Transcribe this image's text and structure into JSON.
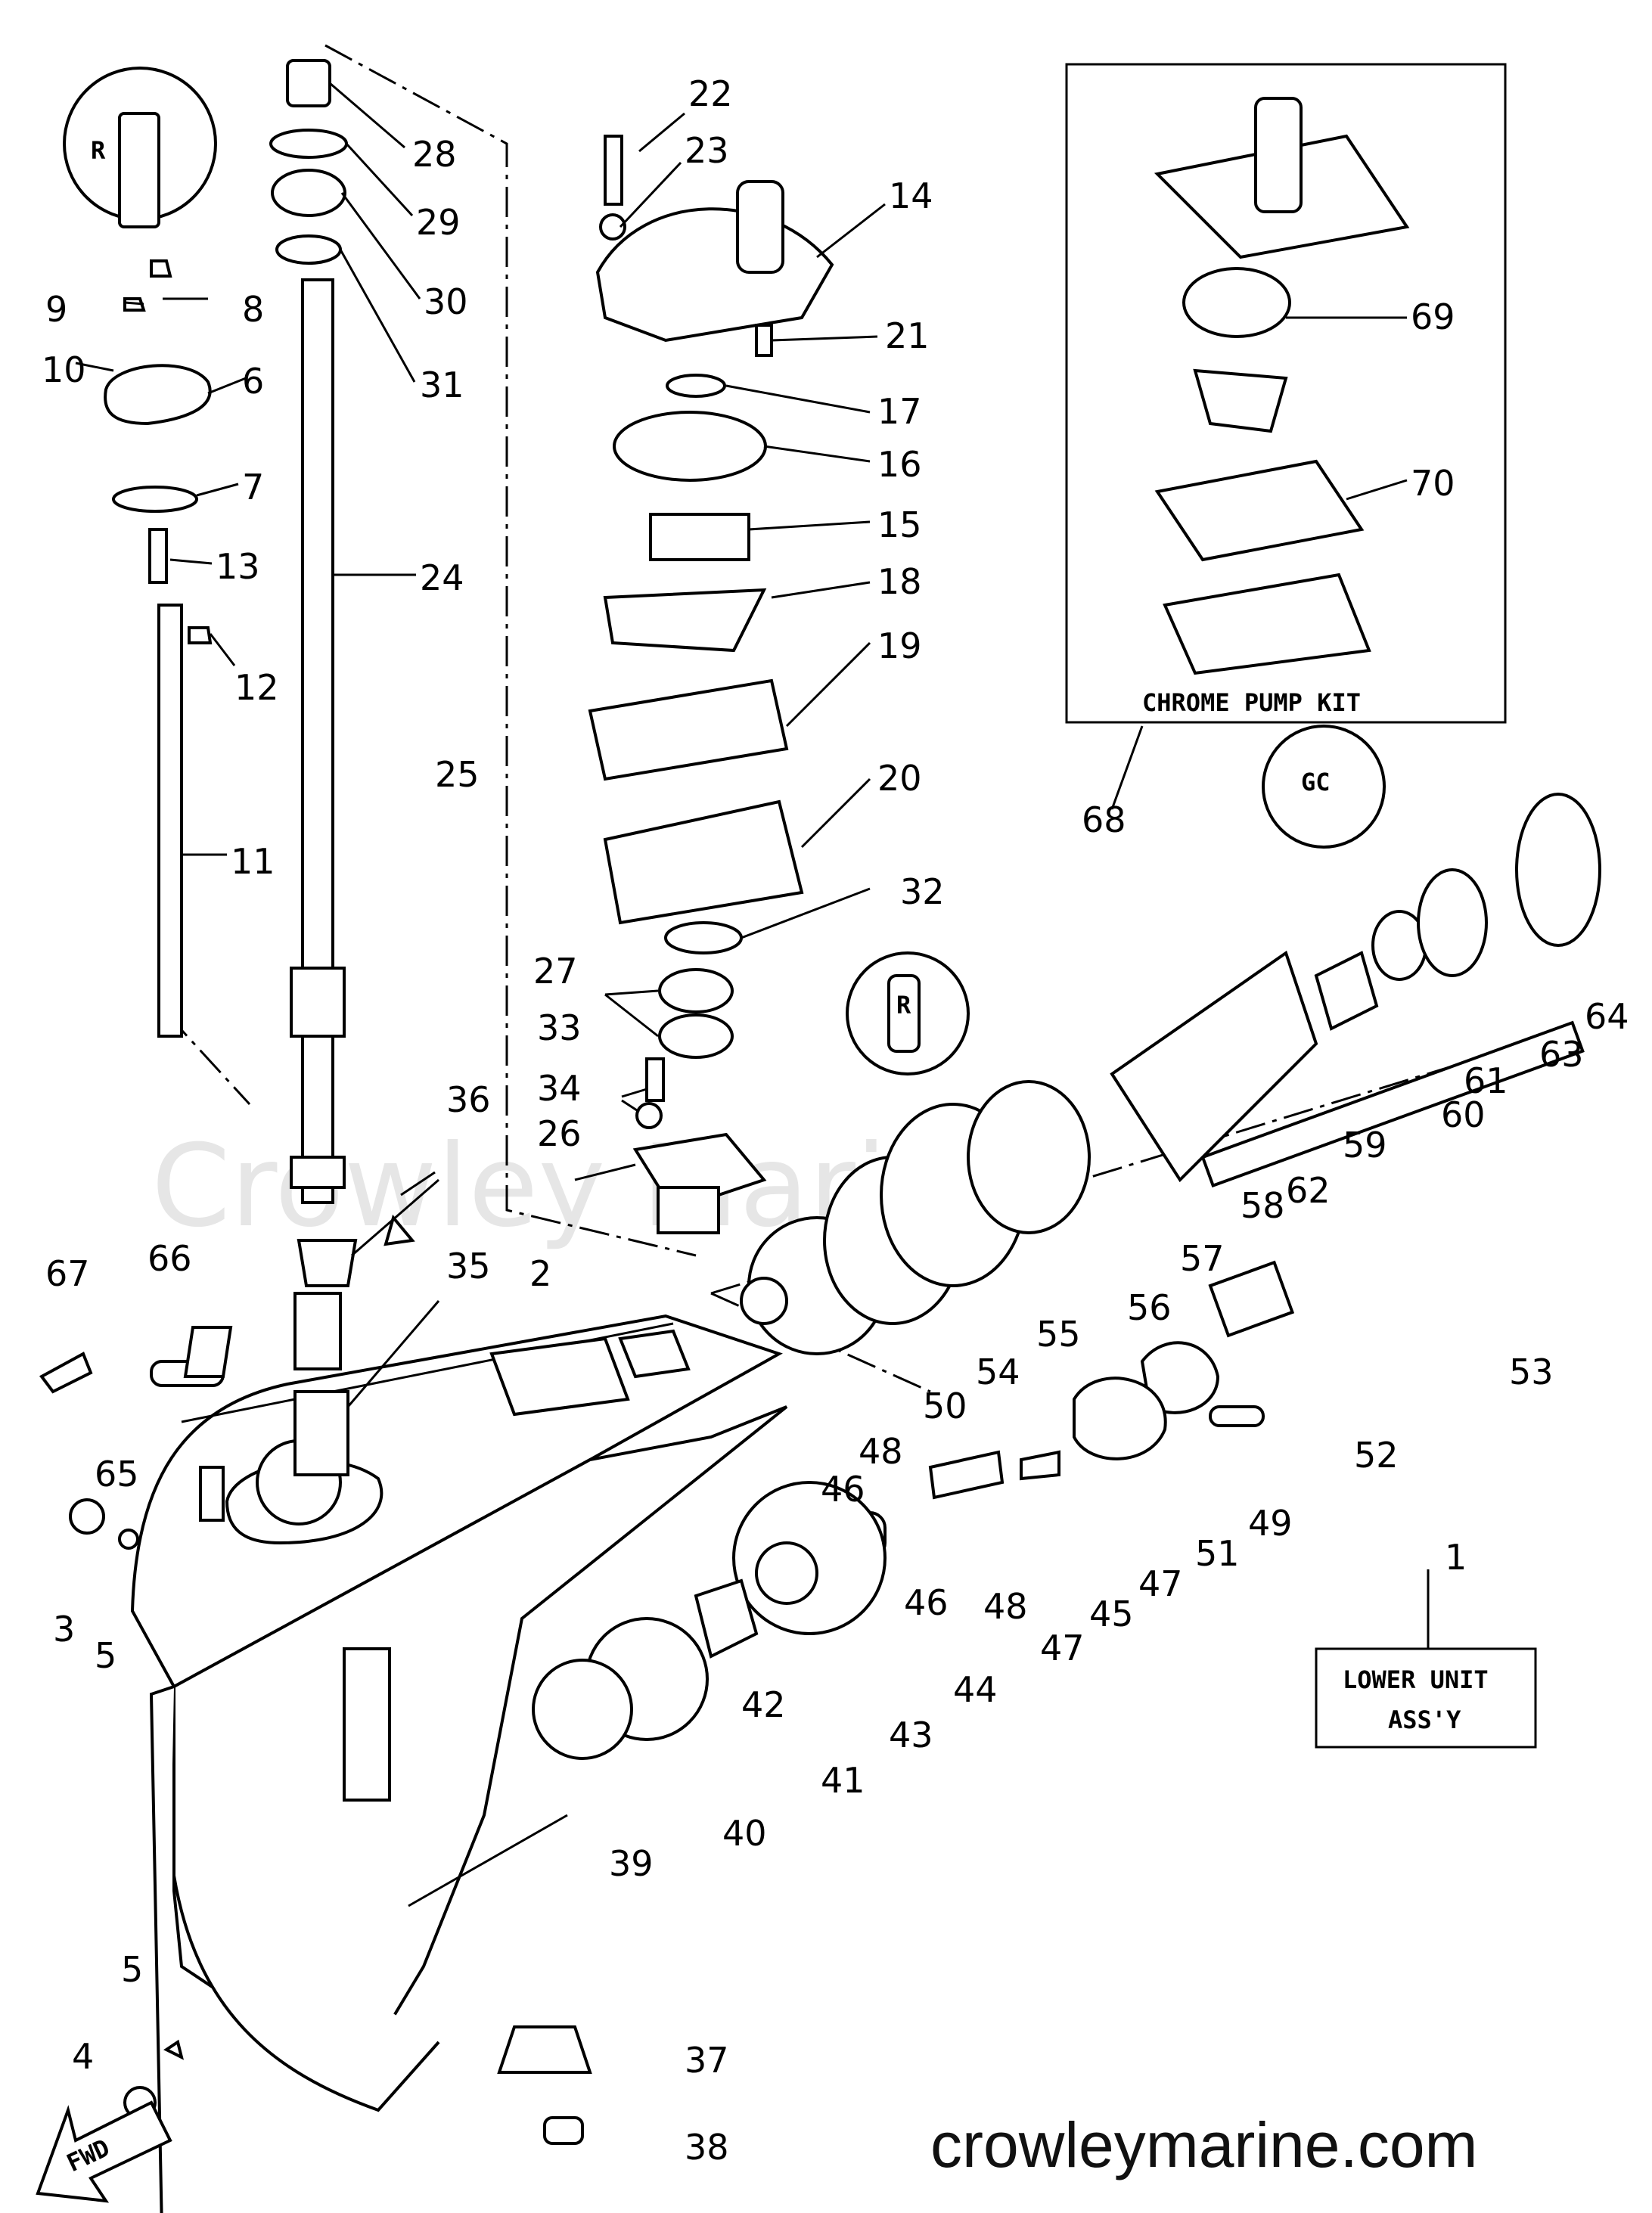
{
  "watermark": "Crowley Marine",
  "site_label": "crowleymarine.com",
  "fwd_label": "FWD",
  "kit_box": {
    "label": "CHROME PUMP KIT",
    "callout": "68"
  },
  "assembly_box": {
    "line1": "LOWER UNIT",
    "line2": "ASS'Y",
    "callout": "1"
  },
  "callouts": {
    "c2": "2",
    "c3": "3",
    "c4": "4",
    "c5a": "5",
    "c5b": "5",
    "c6": "6",
    "c7": "7",
    "c8": "8",
    "c9": "9",
    "c10": "10",
    "c11": "11",
    "c12": "12",
    "c13": "13",
    "c14": "14",
    "c15": "15",
    "c16": "16",
    "c17": "17",
    "c18": "18",
    "c19": "19",
    "c20": "20",
    "c21": "21",
    "c22": "22",
    "c23": "23",
    "c24": "24",
    "c25": "25",
    "c26": "26",
    "c27": "27",
    "c28": "28",
    "c29": "29",
    "c30": "30",
    "c31": "31",
    "c32": "32",
    "c33": "33",
    "c34": "34",
    "c35": "35",
    "c36": "36",
    "c37": "37",
    "c38": "38",
    "c39": "39",
    "c40": "40",
    "c41": "41",
    "c42": "42",
    "c43": "43",
    "c44": "44",
    "c45": "45",
    "c46a": "46",
    "c46b": "46",
    "c47a": "47",
    "c47b": "47",
    "c48a": "48",
    "c48b": "48",
    "c49": "49",
    "c50": "50",
    "c51": "51",
    "c52": "52",
    "c53": "53",
    "c54": "54",
    "c55": "55",
    "c56": "56",
    "c57": "57",
    "c58": "58",
    "c59": "59",
    "c60": "60",
    "c61": "61",
    "c62": "62",
    "c63": "63",
    "c64": "64",
    "c65": "65",
    "c66": "66",
    "c67": "67",
    "c69": "69",
    "c70": "70"
  },
  "inset_marks": {
    "r1": "R",
    "r2": "R",
    "gc": "GC"
  }
}
